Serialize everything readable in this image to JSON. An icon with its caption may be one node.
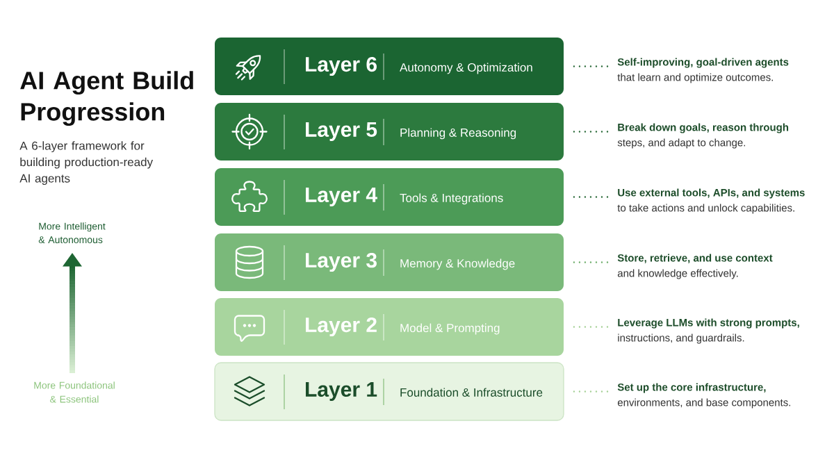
{
  "diagram": {
    "title": "AI Agent Build Progression",
    "nodes": [
      {
        "text": [
          "Layer 6",
          "Autonomy & Optimization"
        ]
      },
      {
        "text": [
          "Self-improving, goal-driven agents",
          "that learn and optimize outcomes."
        ]
      },
      {
        "text": [
          "Layer 5",
          "Planning & Reasoning"
        ]
      },
      {
        "text": [
          "Break down goals, reason through",
          "steps, and adapt to change."
        ]
      },
      {
        "text": [
          "Layer 4",
          "Tools & Integrations"
        ]
      },
      {
        "text": [
          "Use external tools, APIs, and systems",
          "to take actions and unlock capabilities."
        ]
      },
      {
        "text": [
          "Layer 3",
          "Memory & Knowledge"
        ]
      },
      {
        "text": [
          "Store, retrieve, and use context",
          "and knowledge effectively."
        ]
      },
      {
        "text": [
          "Layer 2",
          "Model & Prompting"
        ]
      },
      {
        "text": [
          "Leverage LLMs with strong prompts,",
          "instructions, and guardrails."
        ]
      },
      {
        "text": [
          "Layer 1",
          "Foundation & Infrastructure"
        ]
      },
      {
        "text": [
          "Set up the core infrastructure,",
          "environments, and base components."
        ]
      }
    ],
    "edges": [
      {
        "from": 1,
        "to": 0,
        "arrow": "none",
        "style": "dashed"
      },
      {
        "from": 3,
        "to": 2,
        "arrow": "none",
        "style": "dashed"
      },
      {
        "from": 5,
        "to": 4,
        "arrow": "none",
        "style": "dashed"
      },
      {
        "from": 7,
        "to": 6,
        "arrow": "none",
        "style": "dashed",
        "color": "#6fae6c"
      },
      {
        "from": 9,
        "to": 8,
        "arrow": "none",
        "style": "dashed",
        "color": "#a6d197"
      },
      {
        "from": 11,
        "to": 10,
        "arrow": "none",
        "style": "dashed",
        "color": "#a6d197"
      }
    ],
    "labels": [
      "A 6-layer framework for building production-ready AI agents",
      "More Intelligent & Autonomous",
      "More Foundational & Essential"
    ]
  }
}
